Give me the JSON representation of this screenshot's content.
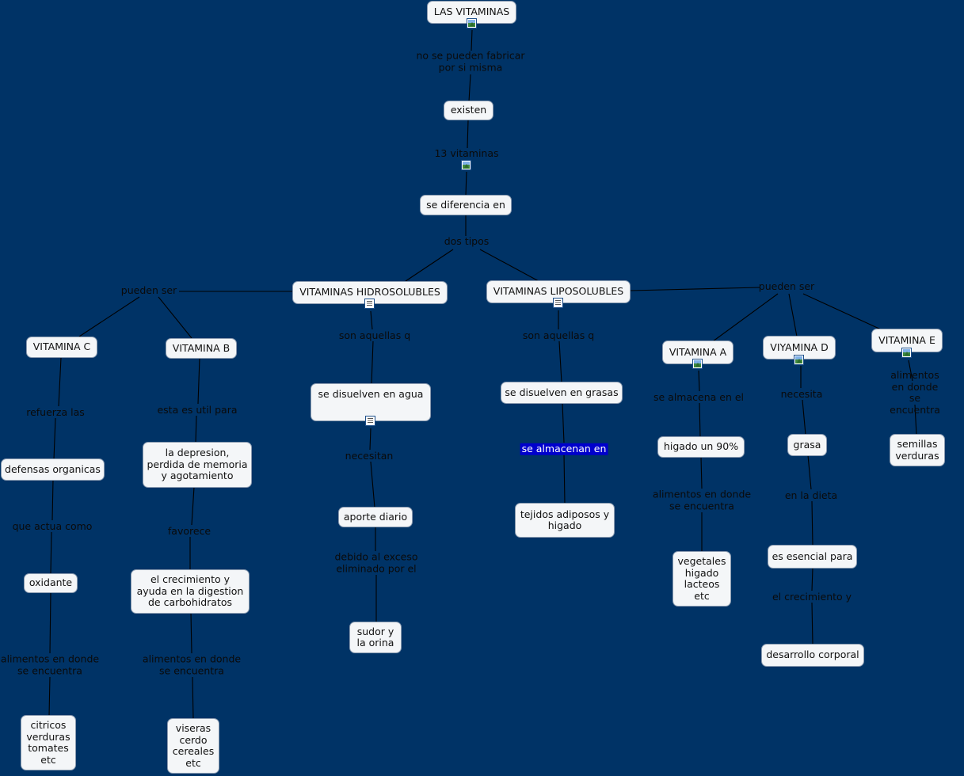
{
  "nodes": {
    "las_vitaminas": "LAS VITAMINAS",
    "existen": "existen",
    "se_diferencia_en": "se diferencia en",
    "hidrosolubles": "VITAMINAS HIDROSOLUBLES",
    "liposolubles": "VITAMINAS LIPOSOLUBLES",
    "vitamina_c": "VITAMINA C",
    "vitamina_b": "VITAMINA B",
    "defensas": "defensas organicas",
    "oxidante": "oxidante",
    "citricos": "citricos\nverduras\ntomates\netc",
    "depresion": "la depresion,\nperdida de memoria\ny agotamiento",
    "crecimiento_digestion": "el crecimiento y\nayuda en la digestion\nde carbohidratos",
    "viseras": "viseras\ncerdo\ncereales\netc",
    "disuelven_agua": "se  disuelven en agua",
    "aporte_diario": "aporte diario",
    "sudor": "sudor y\nla orina",
    "disuelven_grasas": "se disuelven en grasas",
    "tejidos": "tejidos adiposos y\nhigado",
    "vitamina_a": "VITAMINA A",
    "viyamina_d": "VIYAMINA D",
    "vitamina_e": "VITAMINA E",
    "higado": "higado un 90%",
    "vegetales": "vegetales\nhigado\nlacteos\netc",
    "grasa": "grasa",
    "esencial": "es esencial para",
    "desarrollo": "desarrollo corporal",
    "semillas": "semillas\nverduras"
  },
  "phrases": {
    "no_se_pueden": "no se pueden fabricar\npor si misma",
    "trece": "13 vitaminas",
    "dos_tipos": "dos tipos",
    "pueden_ser_left": "pueden ser",
    "pueden_ser_right": "pueden ser",
    "refuerza": "refuerza las",
    "que_actua": "que actua como",
    "alimentos_c": "alimentos en donde\nse encuentra",
    "esta_es_util": "esta es util para",
    "favorece": "favorece",
    "alimentos_b": "alimentos en donde\nse encuentra",
    "son_aquellas_h": "son aquellas q",
    "necesitan": "necesitan",
    "debido": "debido al exceso\neliminado por el",
    "son_aquellas_l": "son aquellas q",
    "se_almacenan": "se almacenan en",
    "se_almacena_el": "se almacena en el",
    "alimentos_a": "alimentos en donde\nse encuentra",
    "necesita": "necesita",
    "en_la_dieta": "en la dieta",
    "el_crecimiento_y": "el crecimiento y",
    "alimentos_e": "alimentos en donde\nse encuentra"
  },
  "icons": {
    "las_vitaminas": "image-icon",
    "trece": "image-icon",
    "hidrosolubles": "document-icon",
    "liposolubles": "document-icon",
    "disuelven_agua": "document-icon",
    "vitamina_a": "image-icon",
    "viyamina_d": "image-icon",
    "vitamina_e": "image-icon"
  },
  "colors": {
    "background": "#003366",
    "node_fill": "#f4f6f8",
    "link": "#000000",
    "highlight": "#0000cc"
  }
}
